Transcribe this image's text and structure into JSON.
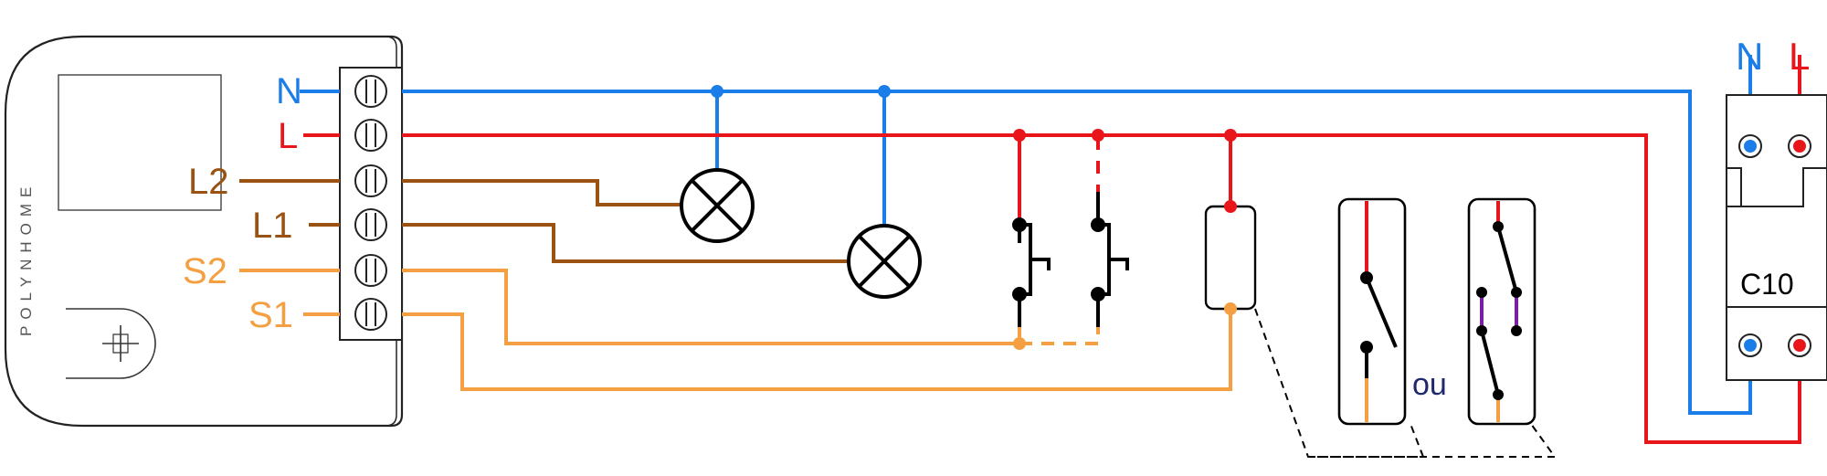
{
  "module": {
    "brand": "POLYNHOME"
  },
  "terminals": {
    "n": "N",
    "l": "L",
    "l2": "L2",
    "l1": "L1",
    "s2": "S2",
    "s1": "S1"
  },
  "alternative_label": "ou",
  "breaker": {
    "n_label": "N",
    "l_label": "L",
    "rating": "C10"
  },
  "colors": {
    "neutral": "#1a7de8",
    "live": "#e8161b",
    "lamp_feed": "#9a5213",
    "switch_input": "#f4a042",
    "bridge": "#7a1fa2",
    "outline": "#000000",
    "ou_text": "#1f2a6b"
  }
}
